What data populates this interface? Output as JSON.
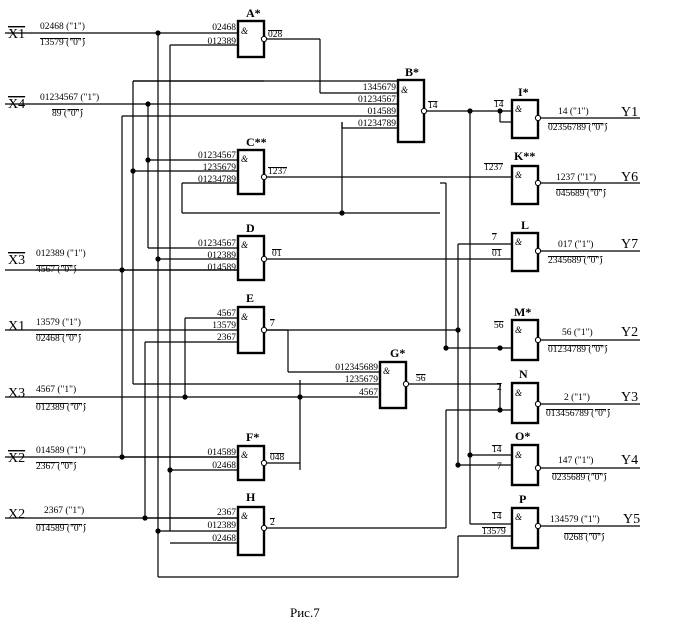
{
  "inputs": {
    "nx1": {
      "name": "X1",
      "top": "02468 (\"1\")",
      "bottom": "13579 (\"0\")"
    },
    "nx4": {
      "name": "X4",
      "top": "01234567 (\"1\")",
      "bottom": "89 (\"0\")"
    },
    "nx3": {
      "name": "X3",
      "top": "012389 (\"1\")",
      "bottom": "4567 (\"0\")"
    },
    "x1": {
      "name": "X1",
      "top": "13579 (\"1\")",
      "bottom": "02468 (\"0\")"
    },
    "x3": {
      "name": "X3",
      "top": "4567 (\"1\")",
      "bottom": "012389 (\"0\")"
    },
    "nx2": {
      "name": "X2",
      "top": "014589 (\"1\")",
      "bottom": "2367 (\"0\")"
    },
    "x2": {
      "name": "X2",
      "top": "2367 (\"1\")",
      "bottom": "014589 (\"0\")"
    }
  },
  "gates": {
    "A": {
      "name": "A*",
      "amp": "&",
      "in": [
        "02468",
        "012389"
      ],
      "out": "028"
    },
    "B": {
      "name": "B*",
      "amp": "&",
      "in": [
        "1345679",
        "01234567",
        "014589",
        "01234789"
      ],
      "out": "14"
    },
    "C": {
      "name": "C**",
      "amp": "&",
      "in": [
        "01234567",
        "1235679",
        "01234789"
      ],
      "out": "1237"
    },
    "D": {
      "name": "D",
      "amp": "&",
      "in": [
        "01234567",
        "012389",
        "014589"
      ],
      "out": "01"
    },
    "E": {
      "name": "E",
      "amp": "&",
      "in": [
        "4567",
        "13579",
        "2367"
      ],
      "out": "7"
    },
    "G": {
      "name": "G*",
      "amp": "&",
      "in": [
        "012345689",
        "1235679",
        "4567"
      ],
      "out": "56"
    },
    "F": {
      "name": "F*",
      "amp": "&",
      "in": [
        "014589",
        "02468"
      ],
      "out": "048"
    },
    "H": {
      "name": "H",
      "amp": "&",
      "in": [
        "2367",
        "012389",
        "02468"
      ],
      "out": "2"
    },
    "I": {
      "name": "I*",
      "amp": "&",
      "in": [
        "14"
      ]
    },
    "K": {
      "name": "K**",
      "amp": "&",
      "in": [
        "1237"
      ]
    },
    "L": {
      "name": "L",
      "amp": "&",
      "in": [
        "7",
        "01"
      ]
    },
    "M": {
      "name": "M*",
      "amp": "&",
      "in": [
        "56"
      ]
    },
    "N": {
      "name": "N",
      "amp": "&",
      "in": [
        "2"
      ]
    },
    "O": {
      "name": "O*",
      "amp": "&",
      "in": [
        "14",
        "7"
      ]
    },
    "P": {
      "name": "P",
      "amp": "&",
      "in": [
        "14",
        "13579"
      ]
    }
  },
  "outputs": {
    "Y1": {
      "name": "Y1",
      "top": "14 (\"1\")",
      "bottom": "02356789 (\"0\")"
    },
    "Y6": {
      "name": "Y6",
      "top": "1237 (\"1\")",
      "bottom": "045689 (\"0\")"
    },
    "Y7": {
      "name": "Y7",
      "top": "017 (\"1\")",
      "bottom": "2345689 (\"0\")"
    },
    "Y2": {
      "name": "Y2",
      "top": "56 (\"1\")",
      "bottom": "01234789 (\"0\")"
    },
    "Y3": {
      "name": "Y3",
      "top": "2 (\"1\")",
      "bottom": "013456789 (\"0\")"
    },
    "Y4": {
      "name": "Y4",
      "top": "147 (\"1\")",
      "bottom": "0235689 (\"0\")"
    },
    "Y5": {
      "name": "Y5",
      "top": "134579 (\"1\")",
      "bottom": "0268 (\"0\")"
    }
  },
  "caption": "Рис.7"
}
